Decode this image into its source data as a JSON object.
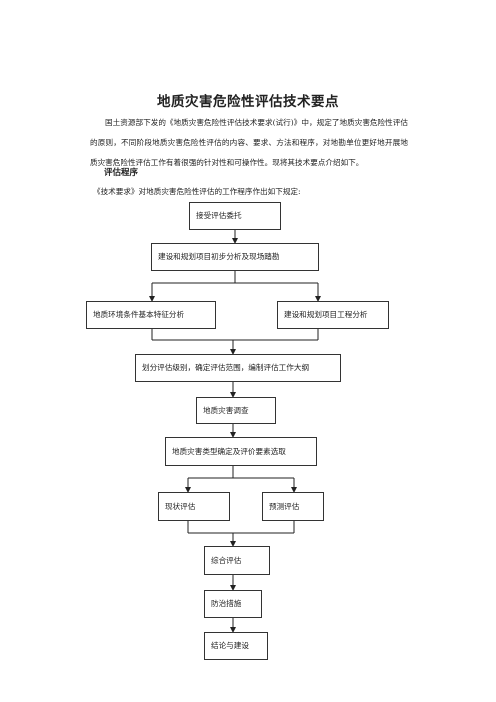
{
  "document": {
    "title": "地质灾害危险性评估技术要点",
    "paragraph": "国土资源部下发的《地质灾害危险性评估技术要求(试行)》中，规定了地质灾害危险性评估的原则，不同阶段地质灾害危险性评估的内容、要求、方法和程序，对地勘单位更好地开展地质灾害危险性评估工作有着很强的针对性和可操作性。现将其技术要点介绍如下。",
    "section_heading": "评估程序",
    "intro": "《技术要求》对地质灾害危险性评估的工作程序作出如下规定:"
  },
  "flowchart": {
    "step1": "接受评估委托",
    "step2": "建设和规划项目初步分析及现场踏勘",
    "step3_left": "地质环境条件基本特征分析",
    "step3_right": "建设和规划项目工程分析",
    "step4": "划分评估级别，确定评估范围，编制评估工作大纲",
    "step5": "地质灾害调查",
    "step6": "地质灾害类型确定及评价要素选取",
    "step7_left": "现状评估",
    "step7_right": "预测评估",
    "step8": "综合评估",
    "step9": "防治措施",
    "step10": "结论与建设"
  }
}
